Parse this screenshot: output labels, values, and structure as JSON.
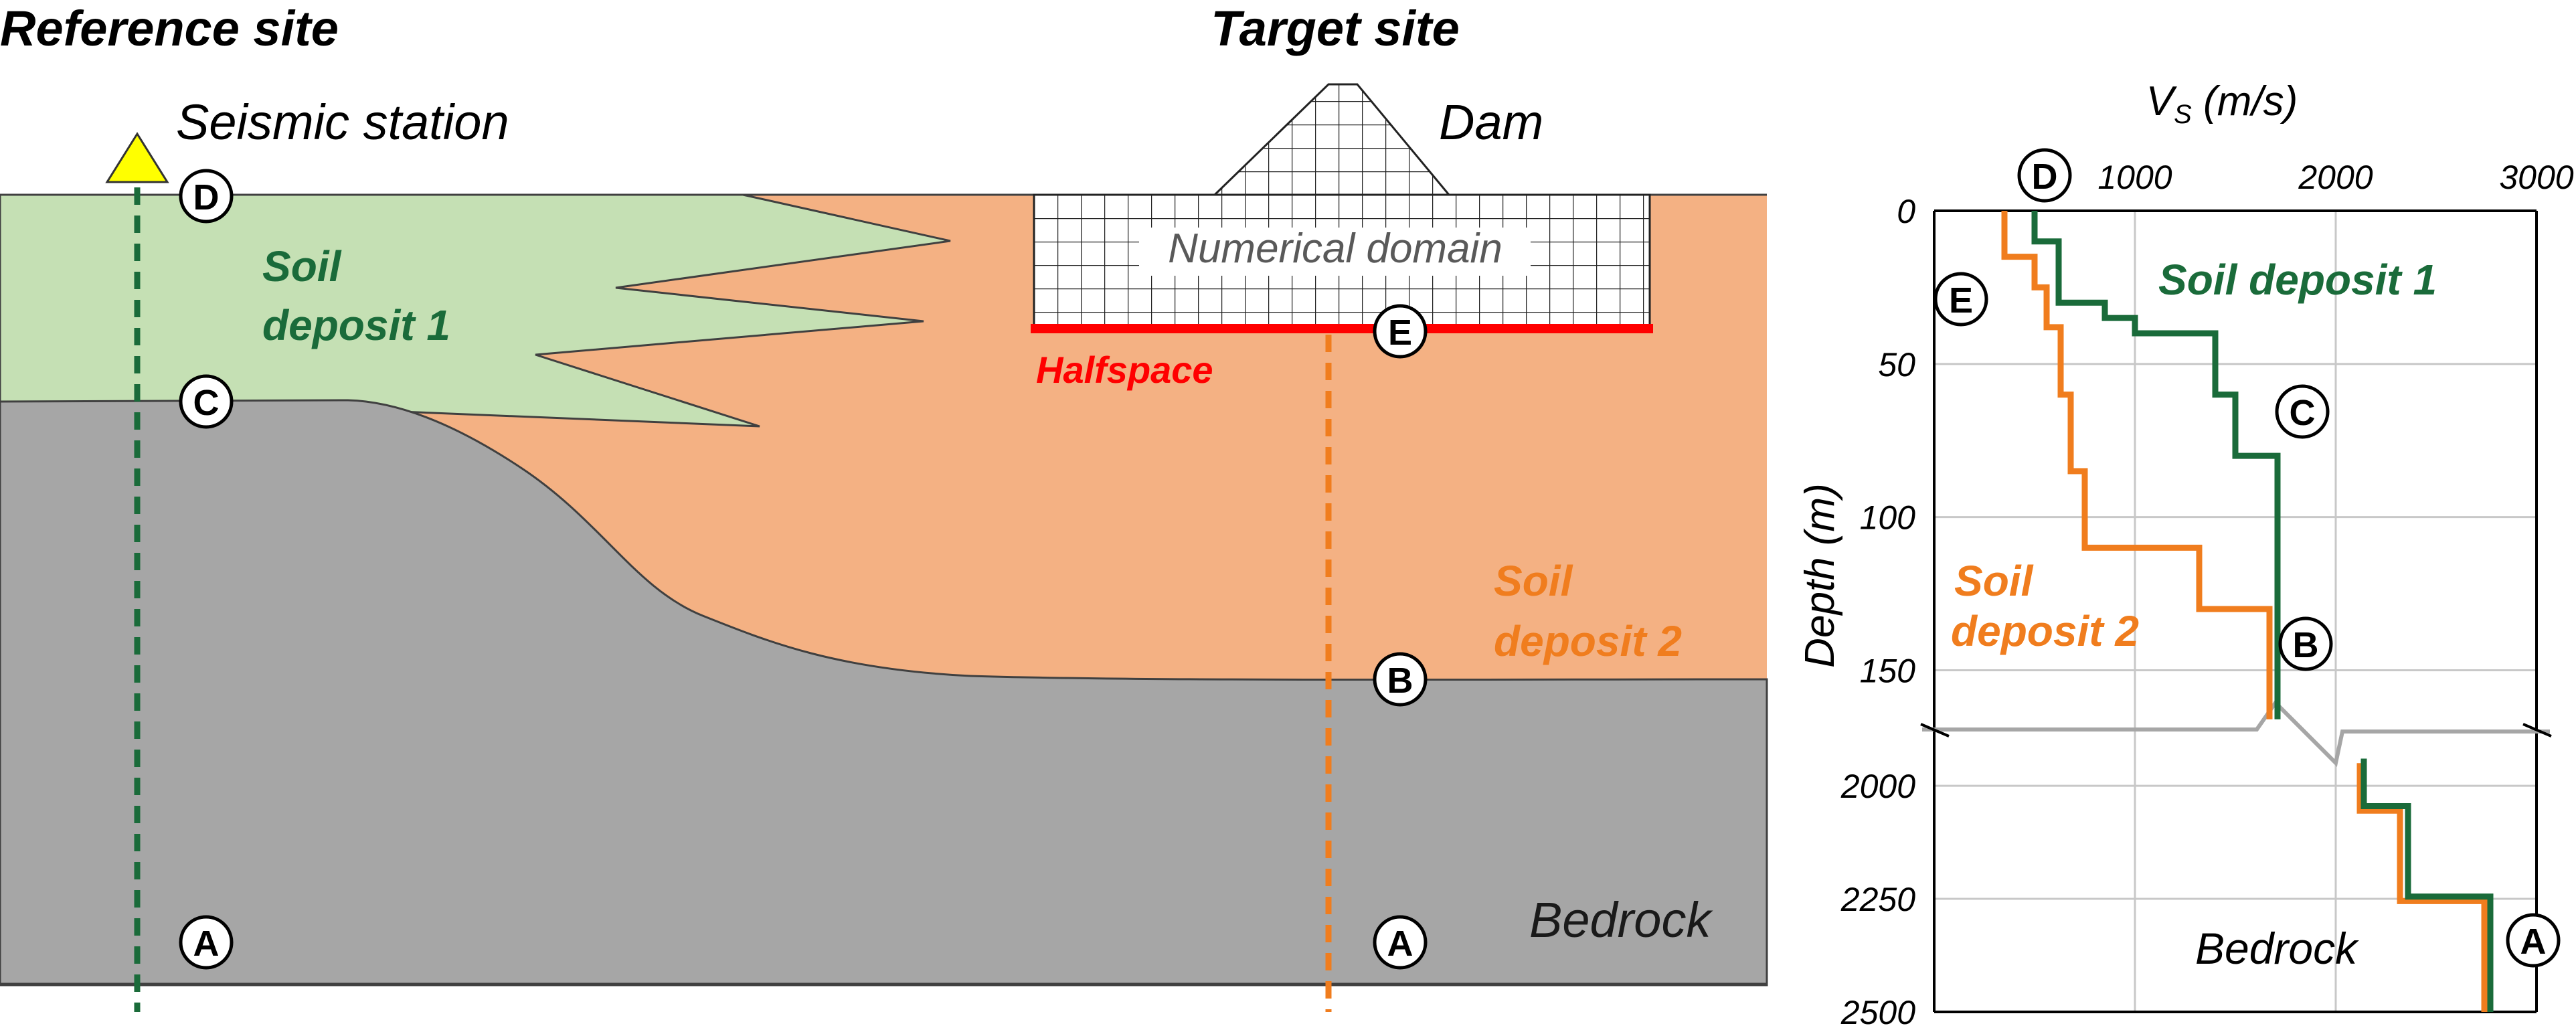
{
  "cross_section": {
    "title_left": "Reference site",
    "title_right": "Target site",
    "station_label": "Seismic station",
    "dam_label": "Dam",
    "numerical_domain_label": "Numerical domain",
    "halfspace_label": "Halfspace",
    "soil1_label_line1": "Soil",
    "soil1_label_line2": "deposit 1",
    "soil2_label_line1": "Soil",
    "soil2_label_line2": "deposit 2",
    "bedrock_label": "Bedrock",
    "markers": {
      "A": "A",
      "B": "B",
      "C": "C",
      "D": "D",
      "E": "E"
    }
  },
  "colors": {
    "soil1": "#c5e0b4",
    "soil2": "#f4b183",
    "bedrock": "#a6a6a6",
    "soil1_text": "#1a6b3a",
    "soil2_text": "#f07d1e",
    "halfspace": "#ff0000",
    "station": "#ffff00"
  },
  "chart_data": {
    "type": "line",
    "xlabel_main": "V",
    "xlabel_sub": "S",
    "xlabel_unit": " (m/s)",
    "ylabel": "Depth (m)",
    "xlim": [
      0,
      3000
    ],
    "x_ticks": [
      "1000",
      "2000",
      "3000"
    ],
    "y_top": {
      "ylim": [
        0,
        170
      ],
      "ticks": [
        "0",
        "50",
        "100",
        "150"
      ],
      "tick_values": [
        0,
        50,
        100,
        150
      ]
    },
    "y_bottom": {
      "ylim": [
        1880,
        2500
      ],
      "ticks": [
        "2000",
        "2250",
        "2500"
      ],
      "tick_values": [
        2000,
        2250,
        2500
      ]
    },
    "bedrock_label": "Bedrock",
    "series": [
      {
        "name": "Soil deposit 1",
        "color": "#1a6b3a",
        "top_profile": [
          [
            500,
            0
          ],
          [
            500,
            10
          ],
          [
            620,
            10
          ],
          [
            620,
            30
          ],
          [
            850,
            30
          ],
          [
            850,
            35
          ],
          [
            1000,
            35
          ],
          [
            1000,
            40
          ],
          [
            1400,
            40
          ],
          [
            1400,
            60
          ],
          [
            1500,
            60
          ],
          [
            1500,
            80
          ],
          [
            1710,
            80
          ],
          [
            1710,
            166
          ]
        ],
        "bottom_profile": [
          [
            2140,
            1940
          ],
          [
            2140,
            2045
          ],
          [
            2360,
            2045
          ],
          [
            2360,
            2245
          ],
          [
            2770,
            2245
          ],
          [
            2770,
            2500
          ]
        ]
      },
      {
        "name": "Soil deposit 2",
        "color": "#f07d1e",
        "top_profile": [
          [
            350,
            0
          ],
          [
            350,
            15
          ],
          [
            500,
            15
          ],
          [
            500,
            25
          ],
          [
            560,
            25
          ],
          [
            560,
            38
          ],
          [
            630,
            38
          ],
          [
            630,
            60
          ],
          [
            680,
            60
          ],
          [
            680,
            85
          ],
          [
            750,
            85
          ],
          [
            750,
            110
          ],
          [
            1320,
            110
          ],
          [
            1320,
            130
          ],
          [
            1670,
            130
          ],
          [
            1670,
            166
          ]
        ],
        "bottom_profile": [
          [
            2120,
            1950
          ],
          [
            2120,
            2055
          ],
          [
            2320,
            2055
          ],
          [
            2320,
            2255
          ],
          [
            2740,
            2255
          ],
          [
            2740,
            2500
          ]
        ]
      }
    ],
    "markers_chart": {
      "D": "D",
      "E": "E",
      "C": "C",
      "B": "B",
      "A": "A"
    }
  }
}
